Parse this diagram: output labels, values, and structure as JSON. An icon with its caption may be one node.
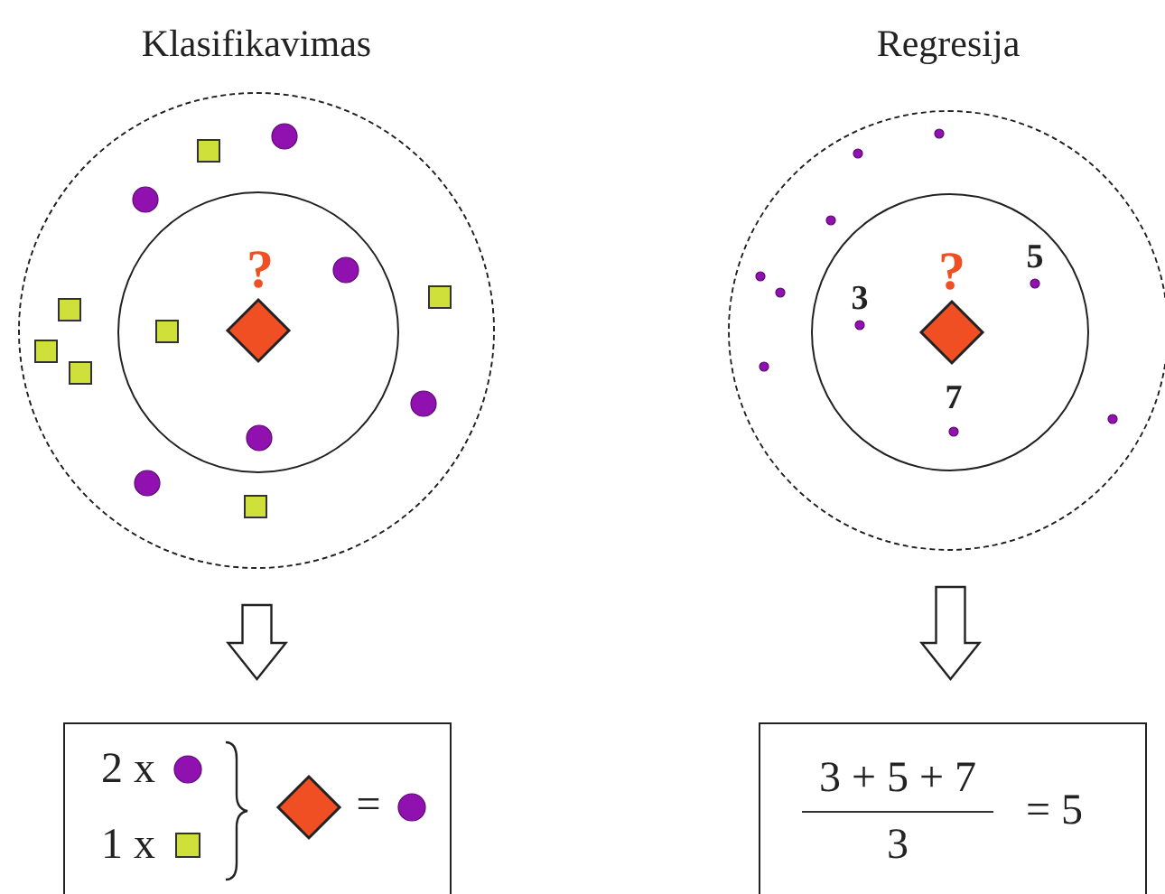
{
  "diagram": {
    "nodes": [
      {
        "text": [],
        "shape": "circle"
      },
      {
        "text": [
          "?"
        ],
        "in": 0
      },
      {
        "text": [
          "2 x",
          "1 x",
          "="
        ]
      },
      {
        "text": [],
        "shape": "circle"
      },
      {
        "text": [
          "?",
          "3",
          "5",
          "7"
        ],
        "in": 3
      },
      {
        "text": [
          "3 + 5 + 7",
          "3",
          "= 5"
        ]
      }
    ],
    "edges": [
      {
        "from": 0,
        "to": 2,
        "arrow": "to"
      },
      {
        "from": 3,
        "to": 5,
        "arrow": "to"
      }
    ],
    "labels": [
      "Klasifikavimas",
      "Regresija"
    ]
  }
}
